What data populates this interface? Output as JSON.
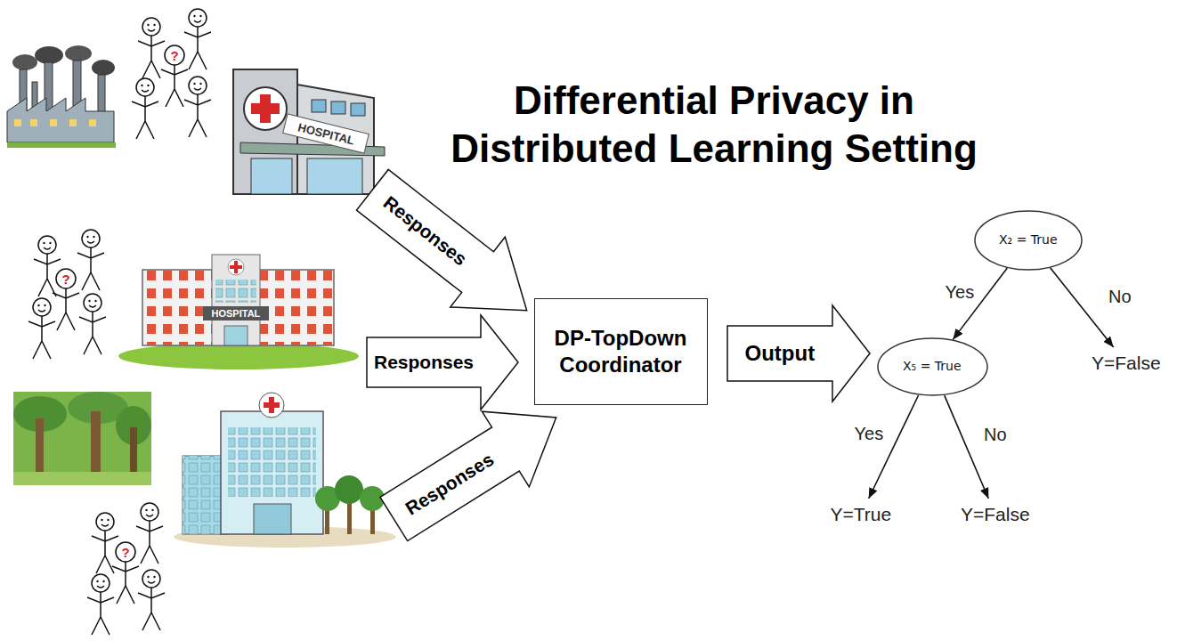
{
  "diagram": {
    "title": "Differential Privacy in Distributed Learning Setting",
    "nodes": [
      {
        "text": [
          "Responses"
        ]
      },
      {
        "text": [
          "Responses"
        ]
      },
      {
        "text": [
          "Responses"
        ]
      },
      {
        "text": [
          "DP-TopDown Coordinator"
        ]
      },
      {
        "text": [
          "Output"
        ]
      },
      {
        "text": [
          "X₂ = True"
        ]
      },
      {
        "text": [
          "X₅ = True"
        ]
      },
      {
        "text": [
          "Y=False"
        ]
      },
      {
        "text": [
          "Y=True"
        ]
      },
      {
        "text": [
          "Y=False"
        ]
      }
    ],
    "edges": [
      {
        "from": 5,
        "to": 6,
        "arrow": "to",
        "label": "Yes"
      },
      {
        "from": 5,
        "to": 7,
        "arrow": "to",
        "label": "No"
      },
      {
        "from": 6,
        "to": 8,
        "arrow": "to",
        "label": "Yes"
      },
      {
        "from": 6,
        "to": 9,
        "arrow": "to",
        "label": "No"
      }
    ],
    "labels": [
      "HOSPITAL",
      "HOSPITAL",
      "?",
      "?",
      "?"
    ]
  }
}
